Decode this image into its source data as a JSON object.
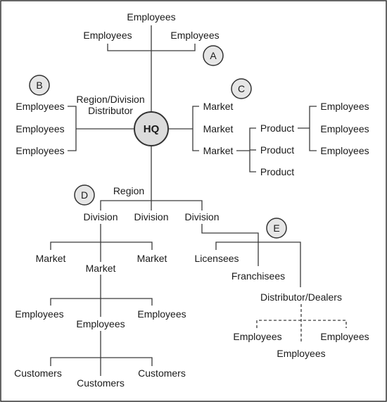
{
  "hub": {
    "label": "HQ"
  },
  "badges": {
    "a": "A",
    "b": "B",
    "c": "C",
    "d": "D",
    "e": "E"
  },
  "section_a": {
    "top": "Employees",
    "left": "Employees",
    "right": "Employees"
  },
  "section_b": {
    "intermediary_line1": "Region/Division",
    "intermediary_line2": "Distributor",
    "employees": [
      "Employees",
      "Employees",
      "Employees"
    ]
  },
  "section_c": {
    "markets": [
      "Market",
      "Market",
      "Market"
    ],
    "products": [
      "Product",
      "Product",
      "Product"
    ],
    "employees": [
      "Employees",
      "Employees",
      "Employees"
    ]
  },
  "section_d": {
    "region": "Region",
    "divisions": [
      "Division",
      "Division",
      "Division"
    ],
    "markets": [
      "Market",
      "Market",
      "Market"
    ],
    "employees": [
      "Employees",
      "Employees",
      "Employees"
    ],
    "customers": [
      "Customers",
      "Customers",
      "Customers"
    ]
  },
  "section_e": {
    "licensees": "Licensees",
    "franchisees": "Franchisees",
    "distributors": "Distributor/Dealers",
    "employees": [
      "Employees",
      "Employees",
      "Employees"
    ]
  }
}
